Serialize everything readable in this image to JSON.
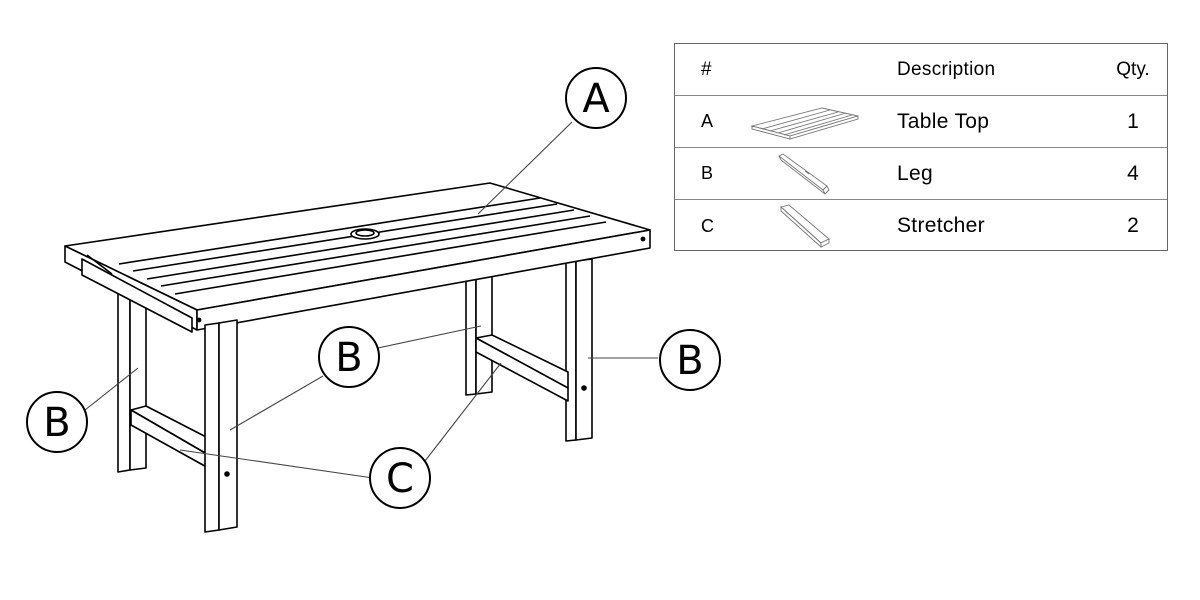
{
  "callouts": {
    "a": "A",
    "b_left": "B",
    "b_center": "B",
    "b_right": "B",
    "c": "C"
  },
  "parts_table": {
    "headers": {
      "id": "#",
      "description": "Description",
      "qty": "Qty."
    },
    "rows": [
      {
        "id": "A",
        "description": "Table Top",
        "qty": "1",
        "thumb": "table-top-thumbnail"
      },
      {
        "id": "B",
        "description": "Leg",
        "qty": "4",
        "thumb": "leg-thumbnail"
      },
      {
        "id": "C",
        "description": "Stretcher",
        "qty": "2",
        "thumb": "stretcher-thumbnail"
      }
    ]
  },
  "colors": {
    "line": "#000000",
    "leader": "#444444",
    "border": "#666666"
  }
}
